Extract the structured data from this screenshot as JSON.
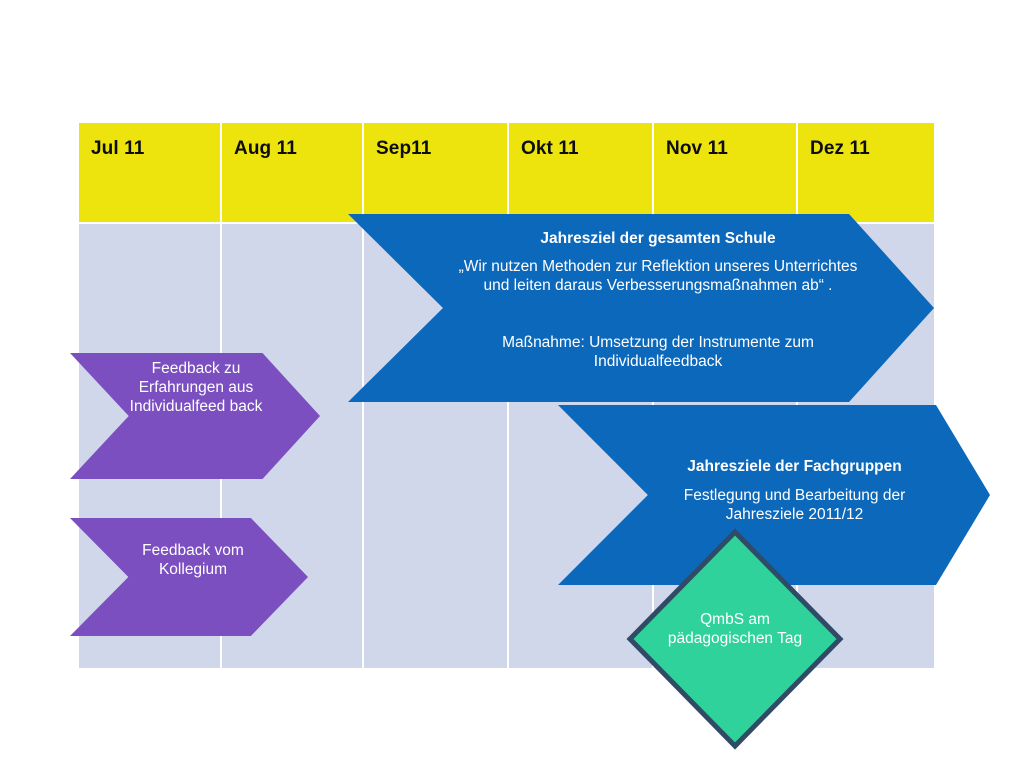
{
  "slide": {
    "background_color": "#ffffff",
    "title": ""
  },
  "timeline": {
    "header_color": "#ede40d",
    "body_color": "#d1d7ea",
    "months": [
      {
        "label": "Jul 11"
      },
      {
        "label": "Aug 11"
      },
      {
        "label": "Sep11"
      },
      {
        "label": "Okt 11"
      },
      {
        "label": "Nov 11"
      },
      {
        "label": "Dez 11"
      }
    ]
  },
  "shapes": {
    "blue_color": "#0c68bb",
    "purple_color": "#7b4fc0",
    "green_color": "#2ed29a",
    "green_border_color": "#2f4b66",
    "school_goal": {
      "title": "Jahresziel der gesamten Schule",
      "quote": "„Wir nutzen Methoden zur Reflektion unseres Unterrichtes und leiten daraus Verbesserungsmaßnahmen ab“ .",
      "measure": "Maßnahme: Umsetzung der Instrumente zum Individualfeedback"
    },
    "subject_group_goals": {
      "title": "Jahresziele der Fachgruppen",
      "body": "Festlegung und Bearbeitung der Jahresziele 2011/12"
    },
    "feedback_experiences": {
      "text": "Feedback zu Erfahrungen aus Individualfeed back"
    },
    "feedback_collegium": {
      "text": "Feedback vom Kollegium"
    },
    "qmbs_day": {
      "text": "QmbS am pädagogischen Tag"
    }
  }
}
